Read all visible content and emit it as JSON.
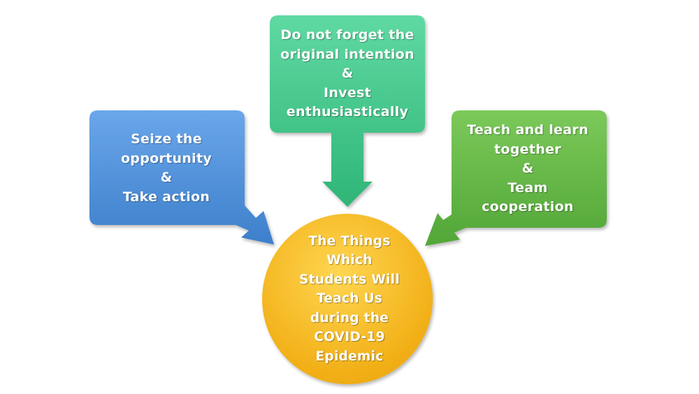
{
  "diagram": {
    "left_box": {
      "lines": [
        "Seize the",
        "opportunity",
        "&",
        "Take action"
      ]
    },
    "top_box": {
      "lines": [
        "Do not forget the",
        "original intention",
        "&",
        "Invest",
        "enthusiastically"
      ]
    },
    "right_box": {
      "lines": [
        "Teach and learn",
        "together",
        "&",
        "Team",
        "cooperation"
      ]
    },
    "center_circle": {
      "lines": [
        "The Things",
        "Which",
        "Students Will",
        "Teach Us",
        "during the",
        "COVID-19",
        "Epidemic"
      ]
    },
    "colors": {
      "left_box": "#4f8fd8",
      "top_box": "#3fc98a",
      "right_box": "#63b844",
      "center_circle": "#f7bb1e",
      "text": "#ffffff"
    }
  }
}
